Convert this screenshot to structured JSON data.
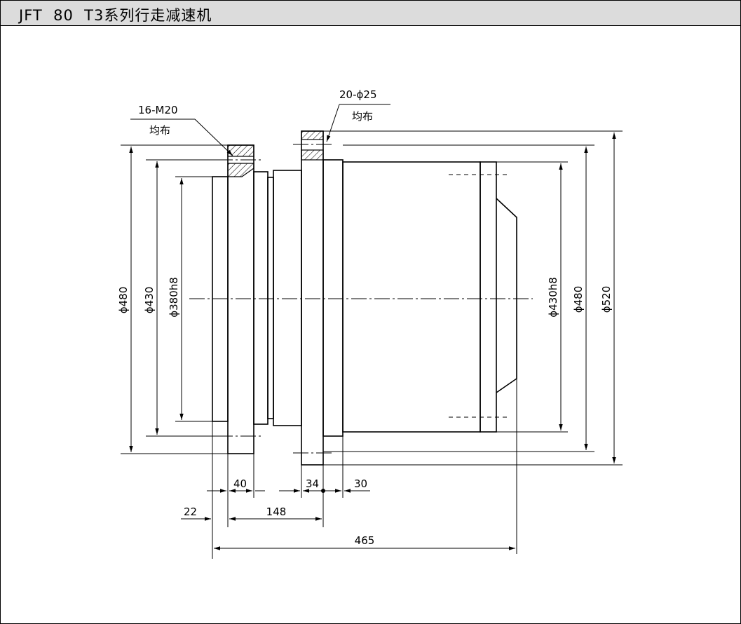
{
  "title": "JFT  80  T3系列行走减速机",
  "callouts": {
    "left_thread": "16-M20",
    "left_thread_note": "均布",
    "right_hole": "20-ϕ25",
    "right_hole_note": "均布"
  },
  "diameters": {
    "d480_left": "ϕ480",
    "d430_left": "ϕ430",
    "d380h8": "ϕ380h8",
    "d430h8": "ϕ430h8",
    "d480_right": "ϕ480",
    "d520": "ϕ520"
  },
  "lengths": {
    "l40": "40",
    "l34": "34",
    "l30": "30",
    "l22": "22",
    "l148": "148",
    "l465": "465"
  }
}
